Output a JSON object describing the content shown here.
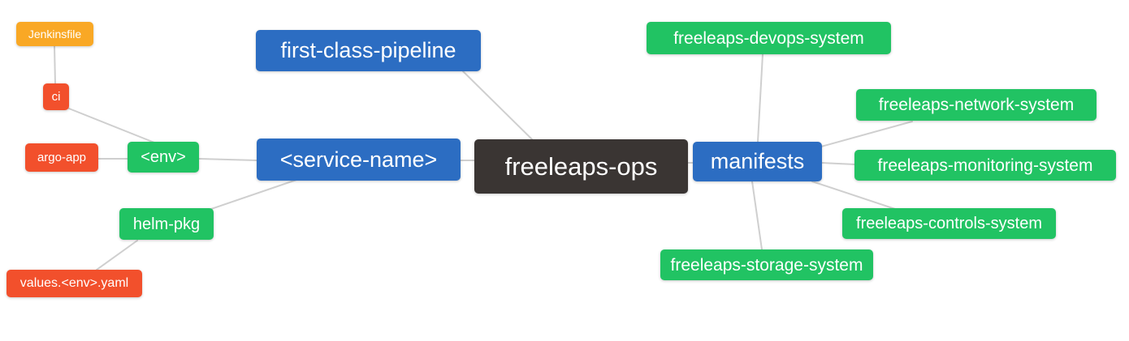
{
  "diagram": {
    "type": "mindmap",
    "background": "#ffffff",
    "edge_color": "#cfcfcf",
    "palette": {
      "root": "#3a3533",
      "branch_blue": "#2c6dc2",
      "leaf_green": "#21c363",
      "leaf_red": "#f2502c",
      "leaf_amber": "#f9a825",
      "text": "#ffffff"
    },
    "nodes": [
      {
        "id": "jenkinsfile",
        "label": "Jenkinsfile",
        "role": "leaf_amber"
      },
      {
        "id": "ci",
        "label": "ci",
        "role": "leaf_red"
      },
      {
        "id": "argo-app",
        "label": "argo-app",
        "role": "leaf_red"
      },
      {
        "id": "env",
        "label": "<env>",
        "role": "leaf_green"
      },
      {
        "id": "helm-pkg",
        "label": "helm-pkg",
        "role": "leaf_green"
      },
      {
        "id": "values-env-yaml",
        "label": "values.<env>.yaml",
        "role": "leaf_red"
      },
      {
        "id": "first-class-pipeline",
        "label": "first-class-pipeline",
        "role": "branch_blue"
      },
      {
        "id": "service-name",
        "label": "<service-name>",
        "role": "branch_blue"
      },
      {
        "id": "freeleaps-ops",
        "label": "freeleaps-ops",
        "role": "root"
      },
      {
        "id": "manifests",
        "label": "manifests",
        "role": "branch_blue"
      },
      {
        "id": "freeleaps-devops-system",
        "label": "freeleaps-devops-system",
        "role": "leaf_green"
      },
      {
        "id": "freeleaps-network-system",
        "label": "freeleaps-network-system",
        "role": "leaf_green"
      },
      {
        "id": "freeleaps-monitoring-system",
        "label": "freeleaps-monitoring-system",
        "role": "leaf_green"
      },
      {
        "id": "freeleaps-controls-system",
        "label": "freeleaps-controls-system",
        "role": "leaf_green"
      },
      {
        "id": "freeleaps-storage-system",
        "label": "freeleaps-storage-system",
        "role": "leaf_green"
      }
    ],
    "edges": [
      {
        "from": "jenkinsfile",
        "to": "ci"
      },
      {
        "from": "ci",
        "to": "env"
      },
      {
        "from": "argo-app",
        "to": "env"
      },
      {
        "from": "env",
        "to": "service-name"
      },
      {
        "from": "helm-pkg",
        "to": "service-name"
      },
      {
        "from": "values-env-yaml",
        "to": "helm-pkg"
      },
      {
        "from": "first-class-pipeline",
        "to": "freeleaps-ops"
      },
      {
        "from": "service-name",
        "to": "freeleaps-ops"
      },
      {
        "from": "freeleaps-ops",
        "to": "manifests"
      },
      {
        "from": "manifests",
        "to": "freeleaps-devops-system"
      },
      {
        "from": "manifests",
        "to": "freeleaps-network-system"
      },
      {
        "from": "manifests",
        "to": "freeleaps-monitoring-system"
      },
      {
        "from": "manifests",
        "to": "freeleaps-controls-system"
      },
      {
        "from": "manifests",
        "to": "freeleaps-storage-system"
      }
    ]
  }
}
